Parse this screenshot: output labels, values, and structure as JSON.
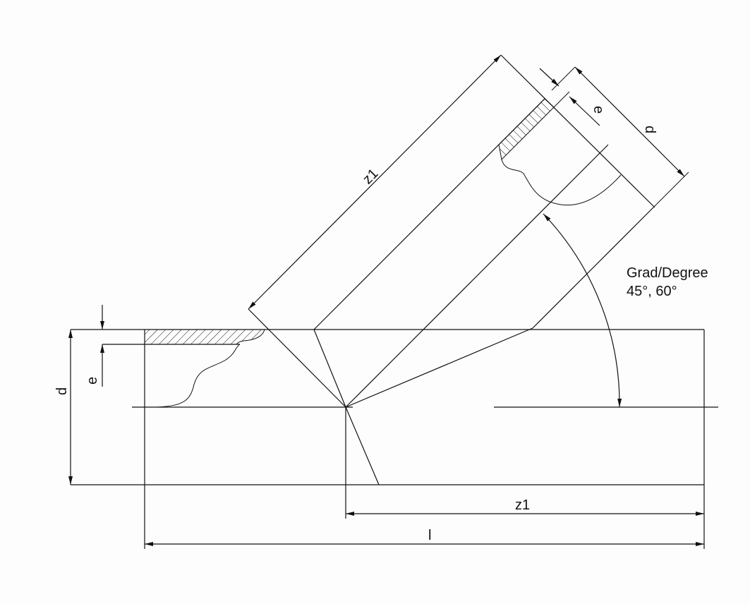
{
  "drawing": {
    "title": "45° / 60° pipe branch (Y-fitting) dimension drawing",
    "labels": {
      "d_main": "d",
      "e_main": "e",
      "z1_main": "z1",
      "l_total": "l",
      "z1_branch": "z1",
      "e_branch": "e",
      "d_branch": "d",
      "angle_title": "Grad/Degree",
      "angle_values": "45°, 60°"
    },
    "colors": {
      "line": "#111111",
      "background": "#ffffff"
    }
  }
}
